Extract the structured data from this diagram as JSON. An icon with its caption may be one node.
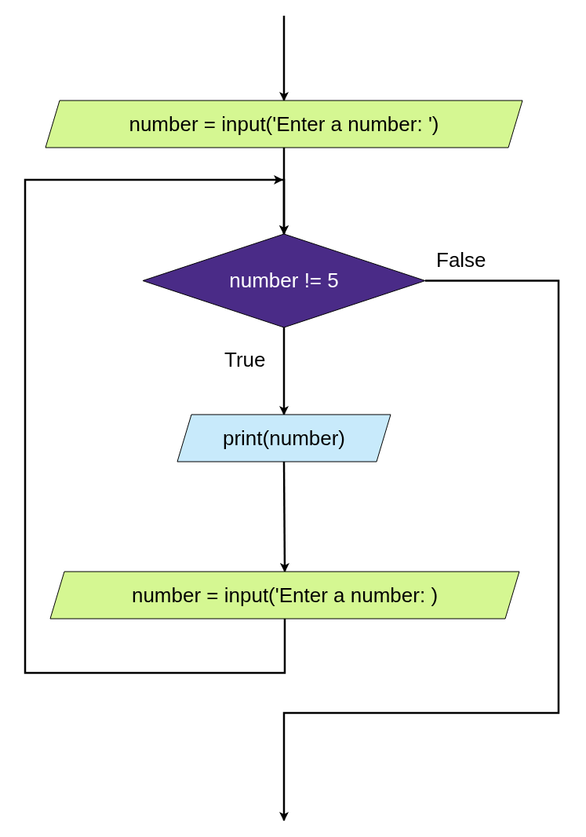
{
  "diagram": {
    "nodes": [
      {
        "text": [
          "number = input('Enter a number: ')"
        ]
      },
      {
        "text": [
          "number != 5"
        ]
      },
      {
        "text": [
          "print(number)"
        ]
      },
      {
        "text": [
          "number = input('Enter a number: )"
        ]
      }
    ],
    "edges": [
      {
        "from": null,
        "to": 0,
        "arrow": "to"
      },
      {
        "from": 0,
        "to": 1,
        "arrow": "to"
      },
      {
        "from": 1,
        "to": 2,
        "arrow": "to",
        "label": "True"
      },
      {
        "from": 2,
        "to": 3,
        "arrow": "to"
      },
      {
        "from": 3,
        "to": 1,
        "arrow": "to"
      },
      {
        "from": 1,
        "to": null,
        "arrow": "to",
        "label": "False"
      }
    ]
  }
}
